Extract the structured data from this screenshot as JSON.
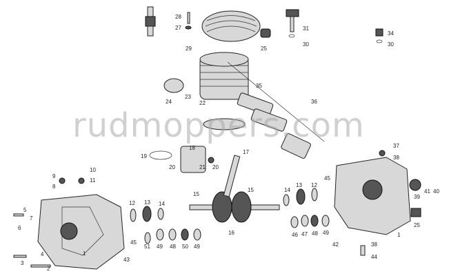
{
  "watermark": "rudmoppers.com",
  "labels": [
    "28",
    "27",
    "29",
    "25",
    "31",
    "30",
    "34",
    "30",
    "35",
    "23",
    "24",
    "36",
    "22",
    "18",
    "19",
    "20",
    "21",
    "20",
    "17",
    "37",
    "38",
    "10",
    "11",
    "9",
    "8",
    "15",
    "15",
    "14",
    "13",
    "12",
    "45",
    "39",
    "41",
    "40",
    "5",
    "12",
    "13",
    "14",
    "7",
    "6",
    "16",
    "25",
    "1",
    "46",
    "47",
    "48",
    "49",
    "45",
    "51",
    "49",
    "48",
    "50",
    "49",
    "42",
    "38",
    "44",
    "1",
    "43",
    "3",
    "4",
    "2"
  ]
}
